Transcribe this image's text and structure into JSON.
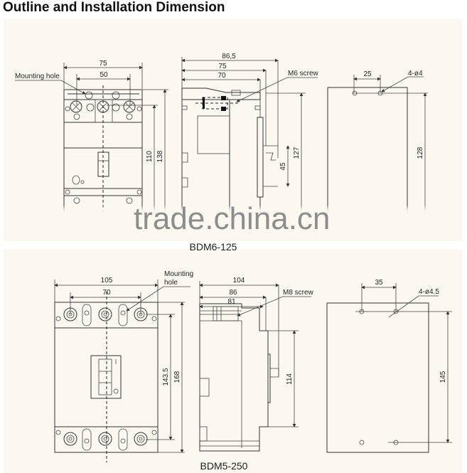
{
  "title": "Outline and Installation Dimension",
  "watermark": "trade.china.cn",
  "top_model": {
    "caption": "BDM6-125",
    "front": {
      "width_label": "75",
      "hole_spacing_label": "50",
      "mounting_hole_label": "Mounting hole",
      "height1_label": "110",
      "height2_label": "138"
    },
    "side": {
      "depth1_label": "86,5",
      "depth2_label": "75",
      "depth3_label": "70",
      "screw_label": "M6 screw",
      "height_label": "127",
      "rail_label": "45"
    },
    "template": {
      "spacing_label": "25",
      "holes_label": "4-ø4",
      "height_label": "128"
    }
  },
  "bottom_model": {
    "caption": "BDM5-250",
    "front": {
      "width_label": "105",
      "hole_spacing_label": "70",
      "mounting_hole_label_1": "Mounting",
      "mounting_hole_label_2": "hole",
      "height1_label": "143.5",
      "height2_label": "168"
    },
    "side": {
      "depth1_label": "104",
      "depth2_label": "86",
      "depth3_label": "81",
      "screw_label": "M8 screw",
      "height_label": "114"
    },
    "template": {
      "spacing_label": "35",
      "holes_label": "4-ø4.5",
      "height_label": "145"
    }
  }
}
